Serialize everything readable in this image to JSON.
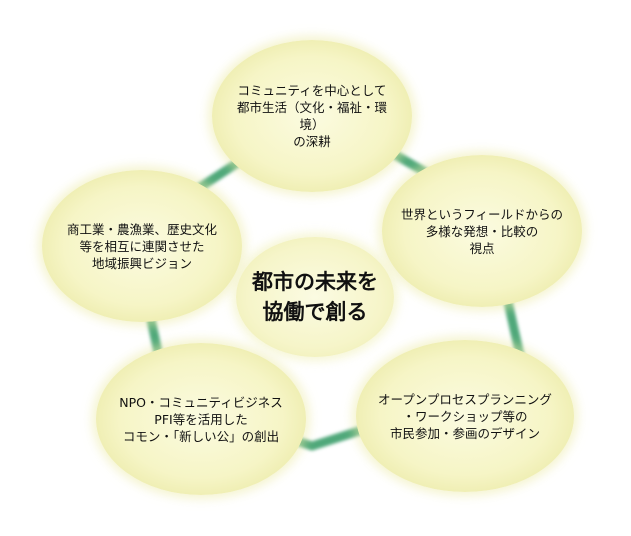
{
  "center": {
    "text": "都市の未来を\n協働で創る"
  },
  "nodes": [
    {
      "text": "コミュニティを中心として\n都市生活（文化・福祉・環境）\nの深耕"
    },
    {
      "text": "世界というフィールドからの\n多様な発想・比較の\n視点"
    },
    {
      "text": "オープンプロセスプランニング\n・ワークショップ等の\n市民参加・参画のデザイン"
    },
    {
      "text": "NPO・コミュニティビジネス\nPFI等を活用した\nコモン・「新しい公」の創出"
    },
    {
      "text": "商工業・農漁業、歴史文化\n等を相互に連関させた\n地域振興ビジョン"
    }
  ],
  "colors": {
    "ring": "#4fa87a",
    "bubble": "#f6f5c6",
    "text": "#111111"
  }
}
